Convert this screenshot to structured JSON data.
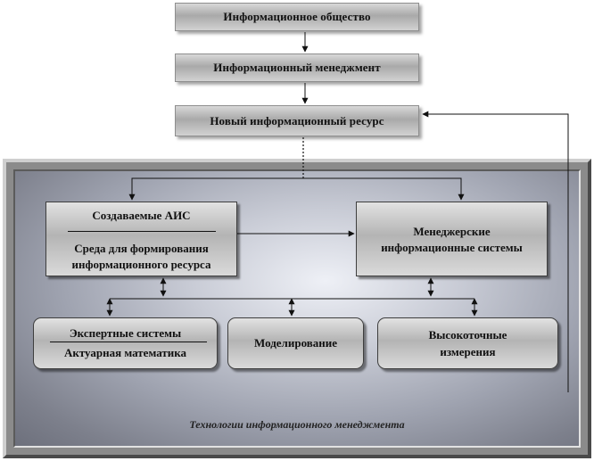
{
  "top_chain": {
    "society": "Информационное общество",
    "management": "Информационный менеджмент",
    "resource": "Новый информационный ресурс"
  },
  "ais_box": {
    "title": "Создаваемые АИС",
    "subtitle_line1": "Среда для формирования",
    "subtitle_line2": "информационного ресурса"
  },
  "mis_box": {
    "line1": "Менеджерские",
    "line2": "информационные системы"
  },
  "expert_box": {
    "title": "Экспертные системы",
    "subtitle": "Актуарная математика"
  },
  "modeling_box": {
    "label": "Моделирование"
  },
  "precision_box": {
    "line1": "Высокоточные",
    "line2": "измерения"
  },
  "caption": "Технологии информационного менеджмента"
}
